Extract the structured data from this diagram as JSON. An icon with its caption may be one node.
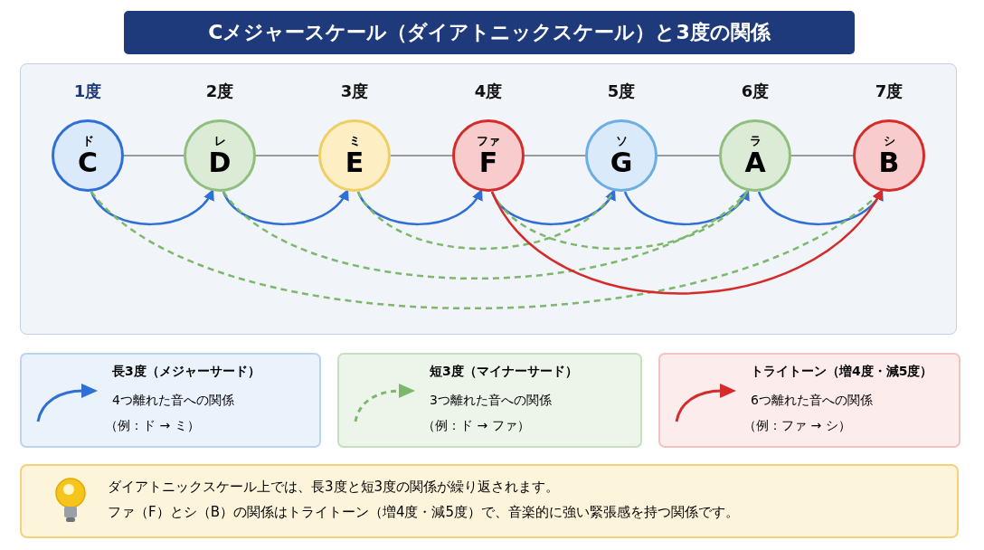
{
  "diagram": {
    "title": "Cメジャースケール（ダイアトニックスケール）と3度の関係",
    "nodes": [
      {
        "text": [
          "ド",
          "C"
        ],
        "beside": [
          "1度"
        ]
      },
      {
        "text": [
          "レ",
          "D"
        ],
        "beside": [
          "2度"
        ]
      },
      {
        "text": [
          "ミ",
          "E"
        ],
        "beside": [
          "3度"
        ]
      },
      {
        "text": [
          "ファ",
          "F"
        ],
        "beside": [
          "4度"
        ]
      },
      {
        "text": [
          "ソ",
          "G"
        ],
        "beside": [
          "5度"
        ]
      },
      {
        "text": [
          "ラ",
          "A"
        ],
        "beside": [
          "6度"
        ]
      },
      {
        "text": [
          "シ",
          "B"
        ],
        "beside": [
          "7度"
        ]
      },
      {
        "text": [
          "長3度（メジャーサード）",
          "4つ離れた音への関係",
          "（例：ド → ミ）"
        ]
      },
      {
        "text": [
          "短3度（マイナーサード）",
          "3つ離れた音への関係",
          "（例：ド → ファ）"
        ]
      },
      {
        "text": [
          "トライトーン（増4度・減5度）",
          "6つ離れた音への関係",
          "（例：ファ → シ）"
        ]
      },
      {
        "text": [
          "ダイアトニックスケール上では、長3度と短3度の関係が繰り返されます。",
          "ファ（F）とシ（B）の関係はトライトーン（増4度・減5度）で、音楽的に強い緊張感を持つ関係です。"
        ]
      }
    ],
    "edges": [
      {
        "from": 0,
        "to": 1,
        "arrow": "none"
      },
      {
        "from": 1,
        "to": 2,
        "arrow": "none"
      },
      {
        "from": 2,
        "to": 3,
        "arrow": "none"
      },
      {
        "from": 3,
        "to": 4,
        "arrow": "none"
      },
      {
        "from": 4,
        "to": 5,
        "arrow": "none"
      },
      {
        "from": 5,
        "to": 6,
        "arrow": "none"
      },
      {
        "from": 0,
        "to": 1,
        "arrow": "to",
        "color": "#2f6fd6"
      },
      {
        "from": 1,
        "to": 2,
        "arrow": "to",
        "color": "#2f6fd6"
      },
      {
        "from": 2,
        "to": 3,
        "arrow": "to",
        "color": "#2f6fd6"
      },
      {
        "from": 3,
        "to": 4,
        "arrow": "to",
        "color": "#2f6fd6"
      },
      {
        "from": 4,
        "to": 5,
        "arrow": "to",
        "color": "#2f6fd6"
      },
      {
        "from": 5,
        "to": 6,
        "arrow": "to",
        "color": "#2f6fd6"
      },
      {
        "from": 0,
        "to": 6,
        "arrow": "none",
        "style": "dashed",
        "color": "#7cb86a"
      },
      {
        "from": 1,
        "to": 5,
        "arrow": "none",
        "style": "dashed",
        "color": "#7cb86a"
      },
      {
        "from": 2,
        "to": 4,
        "arrow": "none",
        "style": "dashed",
        "color": "#7cb86a"
      },
      {
        "from": 3,
        "to": 5,
        "arrow": "none",
        "style": "dashed",
        "color": "#7cb86a"
      },
      {
        "from": 3,
        "to": 6,
        "arrow": "to",
        "color": "#d42b2b"
      }
    ]
  }
}
